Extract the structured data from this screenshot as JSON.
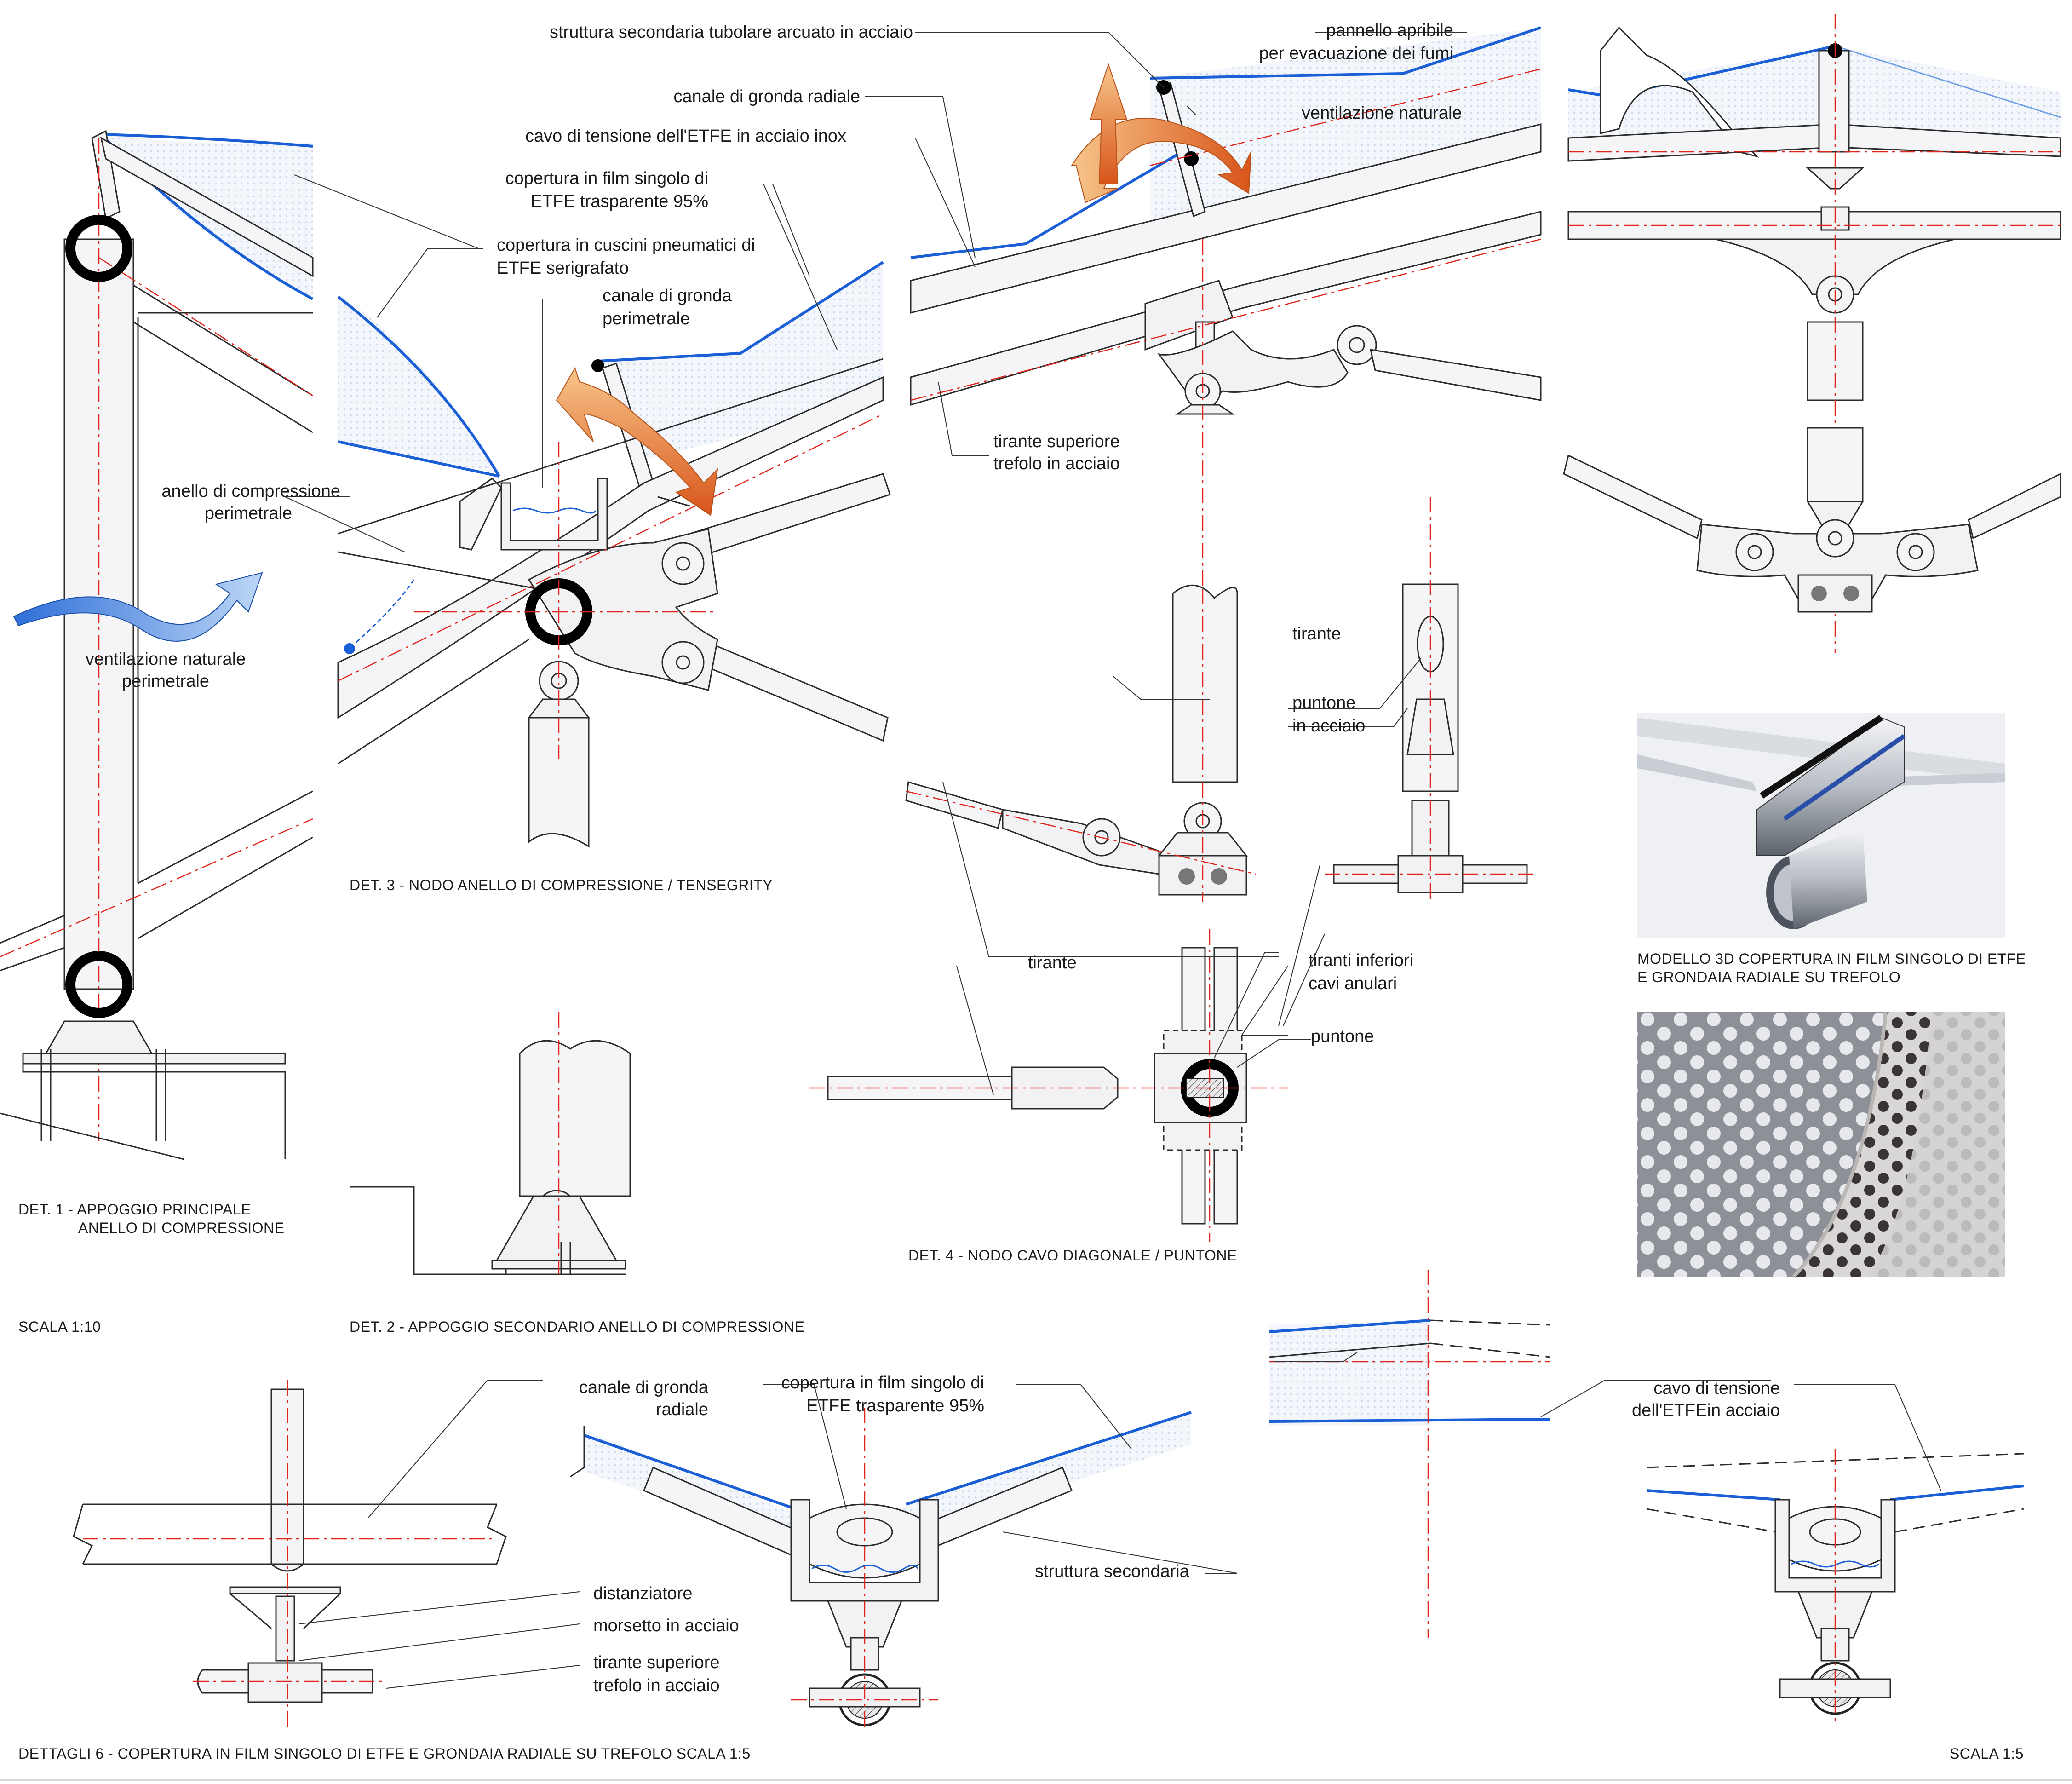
{
  "labels": {
    "struttura_tubolare": "struttura secondaria tubolare arcuato in acciaio",
    "canale_radiale": "canale di gronda radiale",
    "cavo_tensione": "cavo di tensione dell'ETFE in acciaio inox",
    "film_singolo_1": "copertura in film singolo di",
    "film_singolo_2": "ETFE trasparente 95%",
    "cuscini_1": "copertura in cuscini pneumatici di",
    "cuscini_2": "ETFE serigrafato",
    "canale_perimetrale_1": "canale di gronda",
    "canale_perimetrale_2": "perimetrale",
    "anello_1": "anello di compressione",
    "anello_2": "perimetrale",
    "vent_perim_1": "ventilazione naturale",
    "vent_perim_2": "perimetrale",
    "pannello_1": "pannello apribile",
    "pannello_2": "per evacuazione dei fumi",
    "vent_naturale": "ventilazione naturale",
    "tirante_sup_1": "tirante superiore",
    "tirante_sup_2": "trefolo in acciaio",
    "tirante_a": "tirante",
    "puntone_acc_1": "puntone",
    "puntone_acc_2": "in acciaio",
    "tirante_b": "tirante",
    "tiranti_inf_1": "tiranti inferiori",
    "tiranti_inf_2": "cavi anulari",
    "puntone": "puntone",
    "canale_radiale_6a": "canale di gronda",
    "canale_radiale_6b": "radiale",
    "film_6a": "copertura in film singolo di",
    "film_6b": "ETFE trasparente 95%",
    "struttura_secondaria": "struttura secondaria",
    "distanziatore": "distanziatore",
    "morsetto": "morsetto in acciaio",
    "tirante_6a": "tirante superiore",
    "tirante_6b": "trefolo in acciaio",
    "cavo_6a": "cavo di tensione",
    "cavo_6b": "dell'ETFEin acciaio"
  },
  "titles": {
    "det1_a": "DET. 1 - APPOGGIO PRINCIPALE",
    "det1_b": "ANELLO DI COMPRESSIONE",
    "scala_10": "SCALA 1:10",
    "det2": "DET. 2 - APPOGGIO SECONDARIO ANELLO DI COMPRESSIONE",
    "det3": "DET. 3 - NODO ANELLO DI COMPRESSIONE / TENSEGRITY",
    "det4": "DET. 4 - NODO CAVO DIAGONALE / PUNTONE",
    "modello_a": "MODELLO 3D COPERTURA IN FILM SINGOLO DI ETFE",
    "modello_b": "E GRONDAIA RADIALE SU TREFOLO",
    "det6": "DETTAGLI 6 -  COPERTURA IN FILM SINGOLO DI ETFE E GRONDAIA RADIALE SU TREFOLO  SCALA 1:5",
    "scala_5": "SCALA 1:5"
  },
  "colors": {
    "ink": "#2b2b2b",
    "axis": "#e0261c",
    "etfe": "#1a5fd6",
    "ring": "#000000",
    "arrow_warm": "#e8741e",
    "arrow_cool": "#3a7fe0"
  },
  "icons": [
    "airflow-arrow-icon",
    "compression-ring-icon",
    "cable-strand-icon"
  ]
}
